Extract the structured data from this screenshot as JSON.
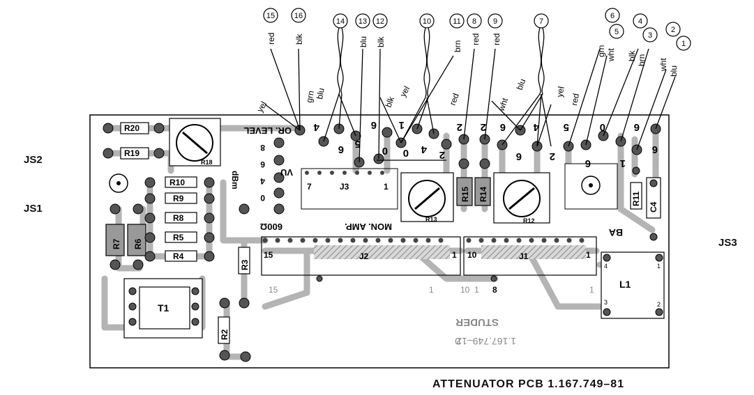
{
  "side_labels": {
    "js2": "JS2",
    "js1": "JS1",
    "js3": "JS3"
  },
  "caption": "ATTENUATOR PCB  1.167.749–81",
  "board": {
    "brand": "STUDER",
    "part_number": "1.167.749–12",
    "mark": "0",
    "or_level": "OR. LEVEL",
    "vu": "VU",
    "dbm": "dBm",
    "ohm": "600Ω",
    "mon_amp": "MON. AMP.",
    "ba": "BA",
    "resistors": {
      "r20": "R20",
      "r19": "R19",
      "r18": "R18",
      "r10": "R10",
      "r9": "R9",
      "r8": "R8",
      "r7": "R7",
      "r6": "R6",
      "r5": "R5",
      "r4": "R4",
      "r3": "R3",
      "r2": "R2",
      "r13": "R13",
      "r12": "R12",
      "r15": "R15",
      "r14": "R14",
      "r11": "R11"
    },
    "components": {
      "c4": "C4",
      "t1": "T1",
      "l1": "L1"
    },
    "connectors": {
      "j1": "J1",
      "j2": "J2",
      "j3": "J3",
      "j1_pin_a": "10",
      "j1_pin_b": "1",
      "j2_pin_a": "15",
      "j2_pin_b": "1",
      "j3_pin_a": "7",
      "j3_pin_b": "1",
      "bottom_15": "15",
      "bottom_1a": "1",
      "bottom_10": "10",
      "bottom_1b": "1",
      "bottom_8": "8",
      "bottom_1c": "1"
    },
    "dbm_values": [
      "8",
      "6",
      "4",
      "0"
    ],
    "l1_pins": [
      "4",
      "1",
      "3",
      "2"
    ],
    "pad_numbers": {
      "p1": "4",
      "p2": "6",
      "p3": "5",
      "p4": "6",
      "p5": "0",
      "p6": "1",
      "p7": "0",
      "p8": "4",
      "p9": "2",
      "p10": "2",
      "p11": "2",
      "p12": "6",
      "p13": "6",
      "p14": "4",
      "p15": "2",
      "p16": "5",
      "p17": "0",
      "p18": "6",
      "p19": "6",
      "p20": "1",
      "p21": "6"
    }
  },
  "wires": [
    {
      "num": "15",
      "color": "red"
    },
    {
      "num": "16",
      "color": "blk"
    },
    {
      "num": "14",
      "color": ""
    },
    {
      "num": "13",
      "color": "blu"
    },
    {
      "num": "12",
      "color": "blk"
    },
    {
      "num": "10",
      "color": ""
    },
    {
      "num": "11",
      "color": "brn"
    },
    {
      "num": "8",
      "color": "red"
    },
    {
      "num": "9",
      "color": "red"
    },
    {
      "num": "7",
      "color": ""
    },
    {
      "num": "6",
      "color": "grn"
    },
    {
      "num": "5",
      "color": "wht"
    },
    {
      "num": "4",
      "color": "blk"
    },
    {
      "num": "3",
      "color": "brn"
    },
    {
      "num": "2",
      "color": "wht"
    },
    {
      "num": "1",
      "color": "blu"
    }
  ],
  "lead_labels": {
    "yel_left": "yel",
    "grn": "grn",
    "blu_left": "blu",
    "blk_mid": "blk",
    "yel_mid": "yel",
    "red_mid": "red",
    "wht_right": "wht",
    "blu_right": "blu",
    "yel_right": "yel",
    "red_right": "red"
  }
}
